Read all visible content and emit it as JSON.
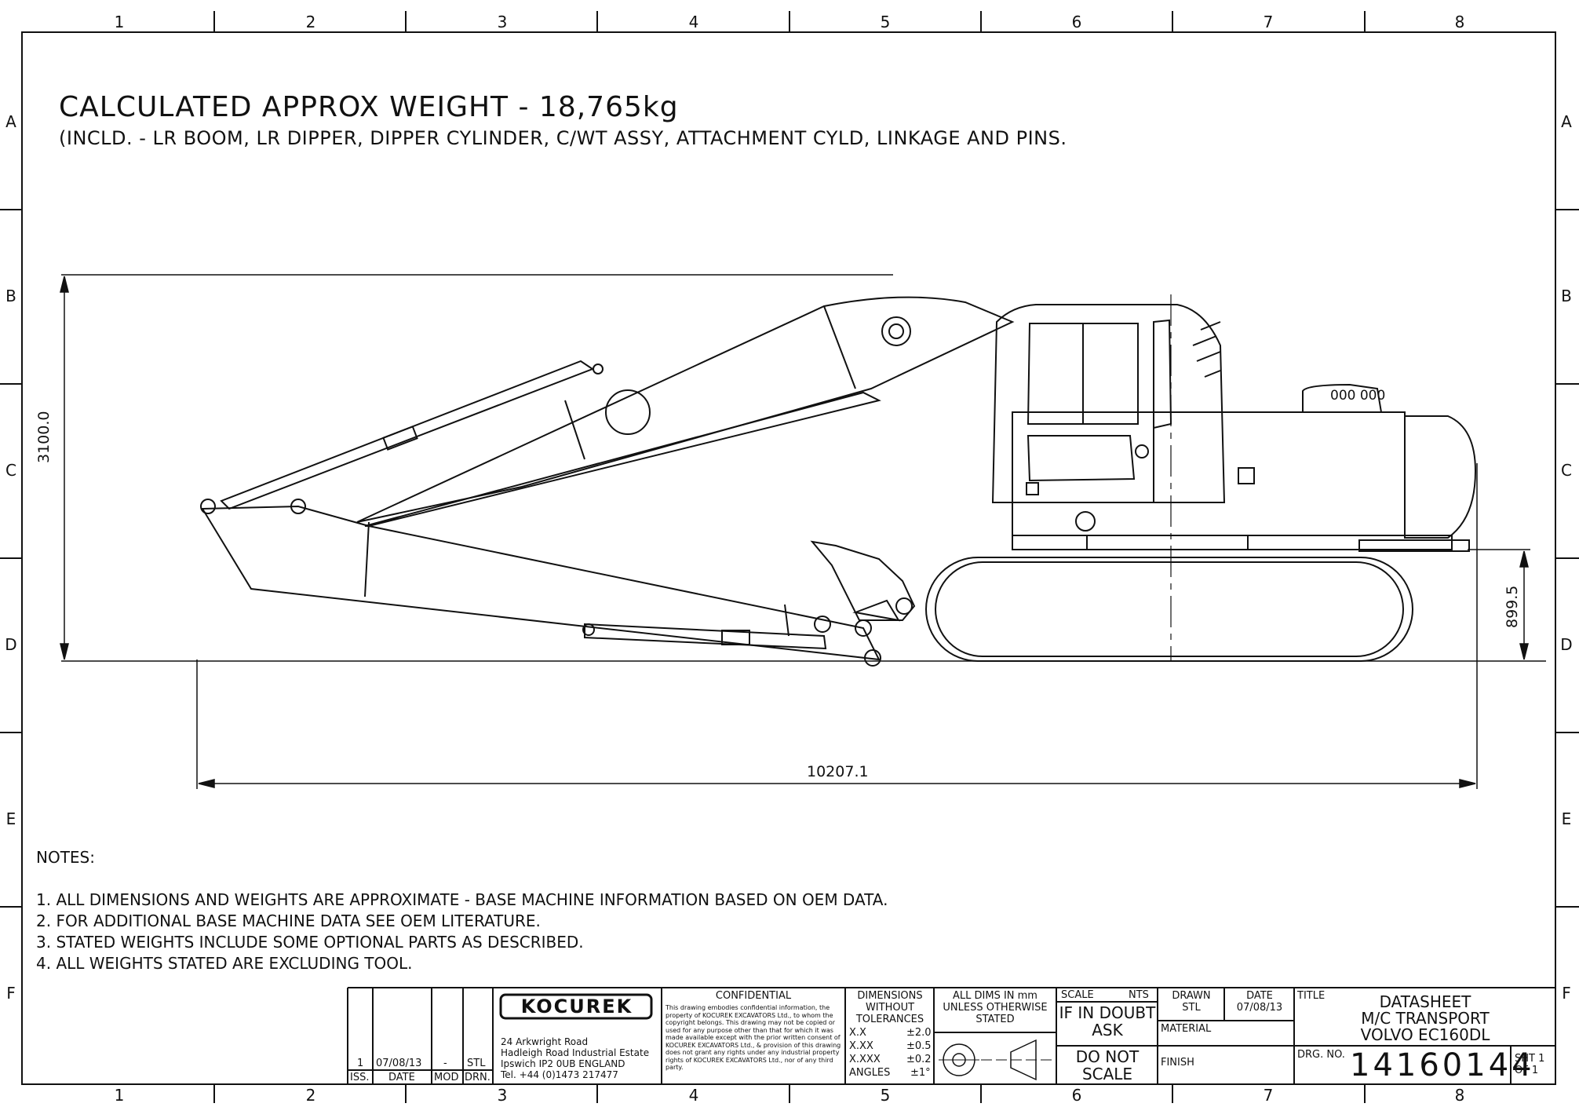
{
  "header": {
    "weight": "CALCULATED APPROX WEIGHT - 18,765kg",
    "includes": "(INCLD. - LR BOOM, LR DIPPER, DIPPER CYLINDER, C/WT ASSY, ATTACHMENT CYLD, LINKAGE AND PINS."
  },
  "dimensions": {
    "height": "3100.0",
    "length": "10207.1",
    "clearance": "899.5"
  },
  "cab_vents": "000 000",
  "zones": {
    "cols": [
      "1",
      "2",
      "3",
      "4",
      "5",
      "6",
      "7",
      "8"
    ],
    "rows": [
      "A",
      "B",
      "C",
      "D",
      "E",
      "F"
    ]
  },
  "notes": {
    "heading": "NOTES:",
    "items": [
      "1. ALL DIMENSIONS AND WEIGHTS ARE APPROXIMATE - BASE MACHINE INFORMATION BASED ON OEM DATA.",
      "2. FOR ADDITIONAL BASE MACHINE DATA SEE OEM LITERATURE.",
      "3. STATED WEIGHTS INCLUDE SOME OPTIONAL PARTS AS DESCRIBED.",
      "4. ALL WEIGHTS STATED ARE EXCLUDING TOOL."
    ]
  },
  "title_block": {
    "revision": {
      "iss": "1",
      "date": "07/08/13",
      "mod": "-",
      "drn": "STL"
    },
    "rev_headers": {
      "iss": "ISS.",
      "date": "DATE",
      "mod": "MOD",
      "drn": "DRN."
    },
    "company": "KOCUREK",
    "address": [
      "24 Arkwright Road",
      "Hadleigh Road Industrial Estate",
      "Ipswich  IP2 0UB   ENGLAND",
      "Tel. +44 (0)1473 217477"
    ],
    "confidential_title": "CONFIDENTIAL",
    "confidential_text": "This drawing embodies confidential information, the property of KOCUREK EXCAVATORS Ltd., to whom the copyright belongs. This drawing may not be copied or used for any purpose other than that for which it was made available except with the prior written consent of KOCUREK EXCAVATORS Ltd., & provision of this drawing does not grant any rights under any industrial property rights of KOCUREK EXCAVATORS Ltd., nor of any third party.",
    "tolerances_title": [
      "DIMENSIONS",
      "WITHOUT",
      "TOLERANCES"
    ],
    "tolerances": [
      {
        "k": "X.X",
        "v": "±2.0"
      },
      {
        "k": "X.XX",
        "v": "±0.5"
      },
      {
        "k": "X.XXX",
        "v": "±0.2"
      },
      {
        "k": "ANGLES",
        "v": "±1°"
      }
    ],
    "units": [
      "ALL DIMS IN mm",
      "UNLESS OTHERWISE",
      "STATED"
    ],
    "scale_label": "SCALE",
    "scale_value": "NTS",
    "doubt": [
      "IF IN DOUBT",
      "ASK"
    ],
    "noscale": [
      "DO NOT",
      "SCALE"
    ],
    "drawn_label": "DRAWN",
    "drawn_value": "STL",
    "date_label": "DATE",
    "date_value": "07/08/13",
    "material_label": "MATERIAL",
    "finish_label": "FINISH",
    "title_label": "TITLE",
    "title_lines": [
      "DATASHEET",
      "M/C TRANSPORT",
      "VOLVO EC160DL"
    ],
    "drg_label": "DRG. NO.",
    "drg_no": "14160144",
    "sheet": [
      "SHT 1",
      "OF  1"
    ]
  }
}
